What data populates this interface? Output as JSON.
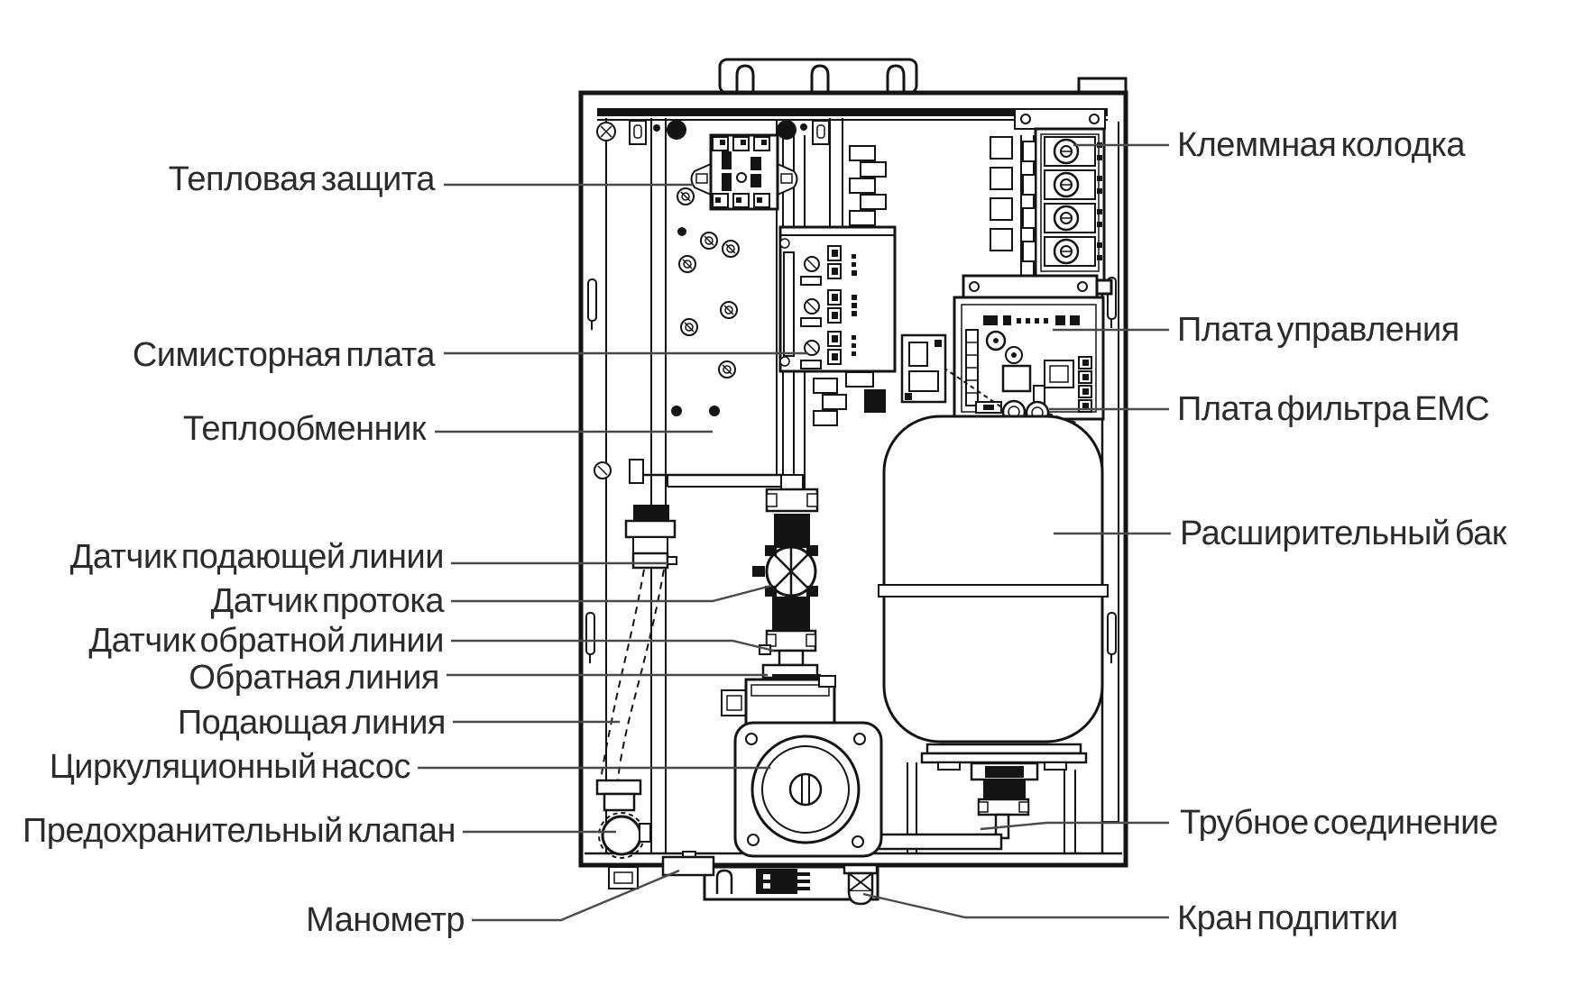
{
  "colors": {
    "ink": "#141414",
    "label": "#2b2b2b",
    "leader": "#4a4a4a",
    "bg": "#ffffff"
  },
  "diagram": {
    "left_labels": [
      {
        "id": "thermal-protection",
        "text": "Тепловая защита"
      },
      {
        "id": "triac-board",
        "text": "Симисторная плата"
      },
      {
        "id": "heat-exchanger",
        "text": "Теплообменник"
      },
      {
        "id": "supply-line-sensor",
        "text": "Датчик подающей линии"
      },
      {
        "id": "flow-sensor",
        "text": "Датчик протока"
      },
      {
        "id": "return-line-sensor",
        "text": "Датчик обратной линии"
      },
      {
        "id": "return-line",
        "text": "Обратная линия"
      },
      {
        "id": "supply-line",
        "text": "Подающая линия"
      },
      {
        "id": "circulation-pump",
        "text": "Циркуляционный насос"
      },
      {
        "id": "safety-valve",
        "text": "Предохранительный клапан"
      },
      {
        "id": "pressure-gauge",
        "text": "Манометр"
      }
    ],
    "right_labels": [
      {
        "id": "terminal-block",
        "text": "Клеммная колодка"
      },
      {
        "id": "control-board",
        "text": "Плата управления"
      },
      {
        "id": "emc-filter-board",
        "text": "Плата фильтра EMC"
      },
      {
        "id": "expansion-tank",
        "text": "Расширительный бак"
      },
      {
        "id": "pipe-connection",
        "text": "Трубное соединение"
      },
      {
        "id": "makeup-valve",
        "text": "Кран подпитки"
      }
    ]
  }
}
